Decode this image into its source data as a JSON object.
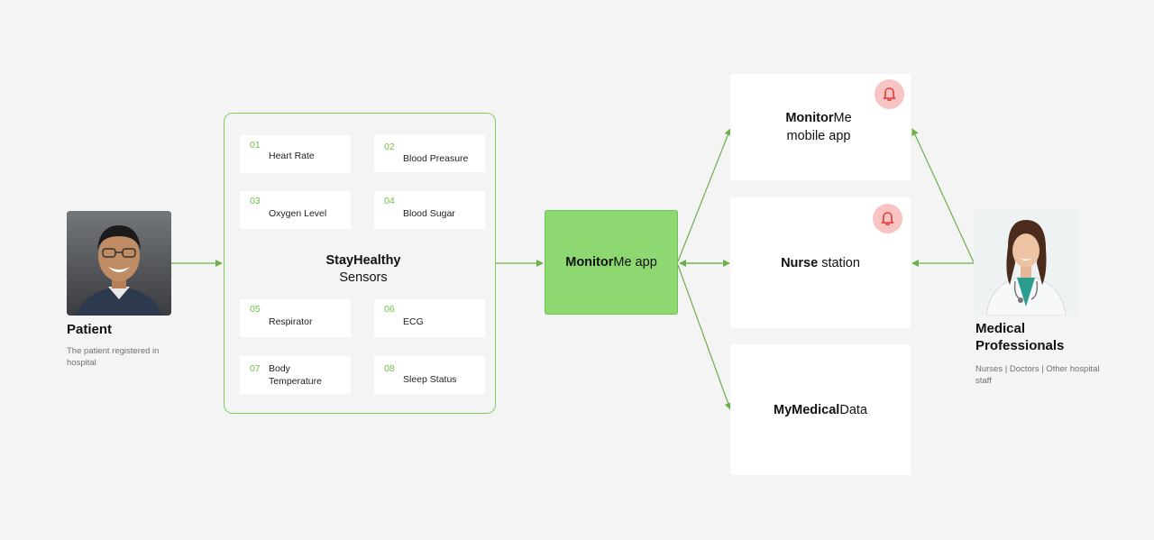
{
  "patient": {
    "name": "Patient",
    "description": "The patient registered in hospital"
  },
  "sensors": {
    "title_bold": "StayHealthy",
    "title_rest": "Sensors",
    "items": [
      {
        "num": "01",
        "label": "Heart Rate"
      },
      {
        "num": "02",
        "label": "Blood Preasure"
      },
      {
        "num": "03",
        "label": "Oxygen Level"
      },
      {
        "num": "04",
        "label": "Blood Sugar"
      },
      {
        "num": "05",
        "label": "Respirator"
      },
      {
        "num": "06",
        "label": "ECG"
      },
      {
        "num": "07",
        "label": "Body Temperature"
      },
      {
        "num": "08",
        "label": "Sleep Status"
      }
    ]
  },
  "monitor_app": {
    "bold": "Monitor",
    "rest": "Me app"
  },
  "mobile_app": {
    "bold": "Monitor",
    "rest1": "Me",
    "rest2": "mobile app"
  },
  "nurse_station": {
    "bold": "Nurse",
    "rest": " station"
  },
  "medical_data": {
    "bold": "MyMedical",
    "rest": "Data"
  },
  "professionals": {
    "title": "Medical Professionals",
    "description": "Nurses | Doctors | Other hospital staff"
  },
  "colors": {
    "accent": "#6cc24a",
    "app_fill": "#8ed872",
    "alert_bg": "#f8c3c3",
    "alert_icon": "#e03b3b"
  },
  "icons": [
    "bell-icon",
    "patient-photo",
    "doctor-photo"
  ]
}
